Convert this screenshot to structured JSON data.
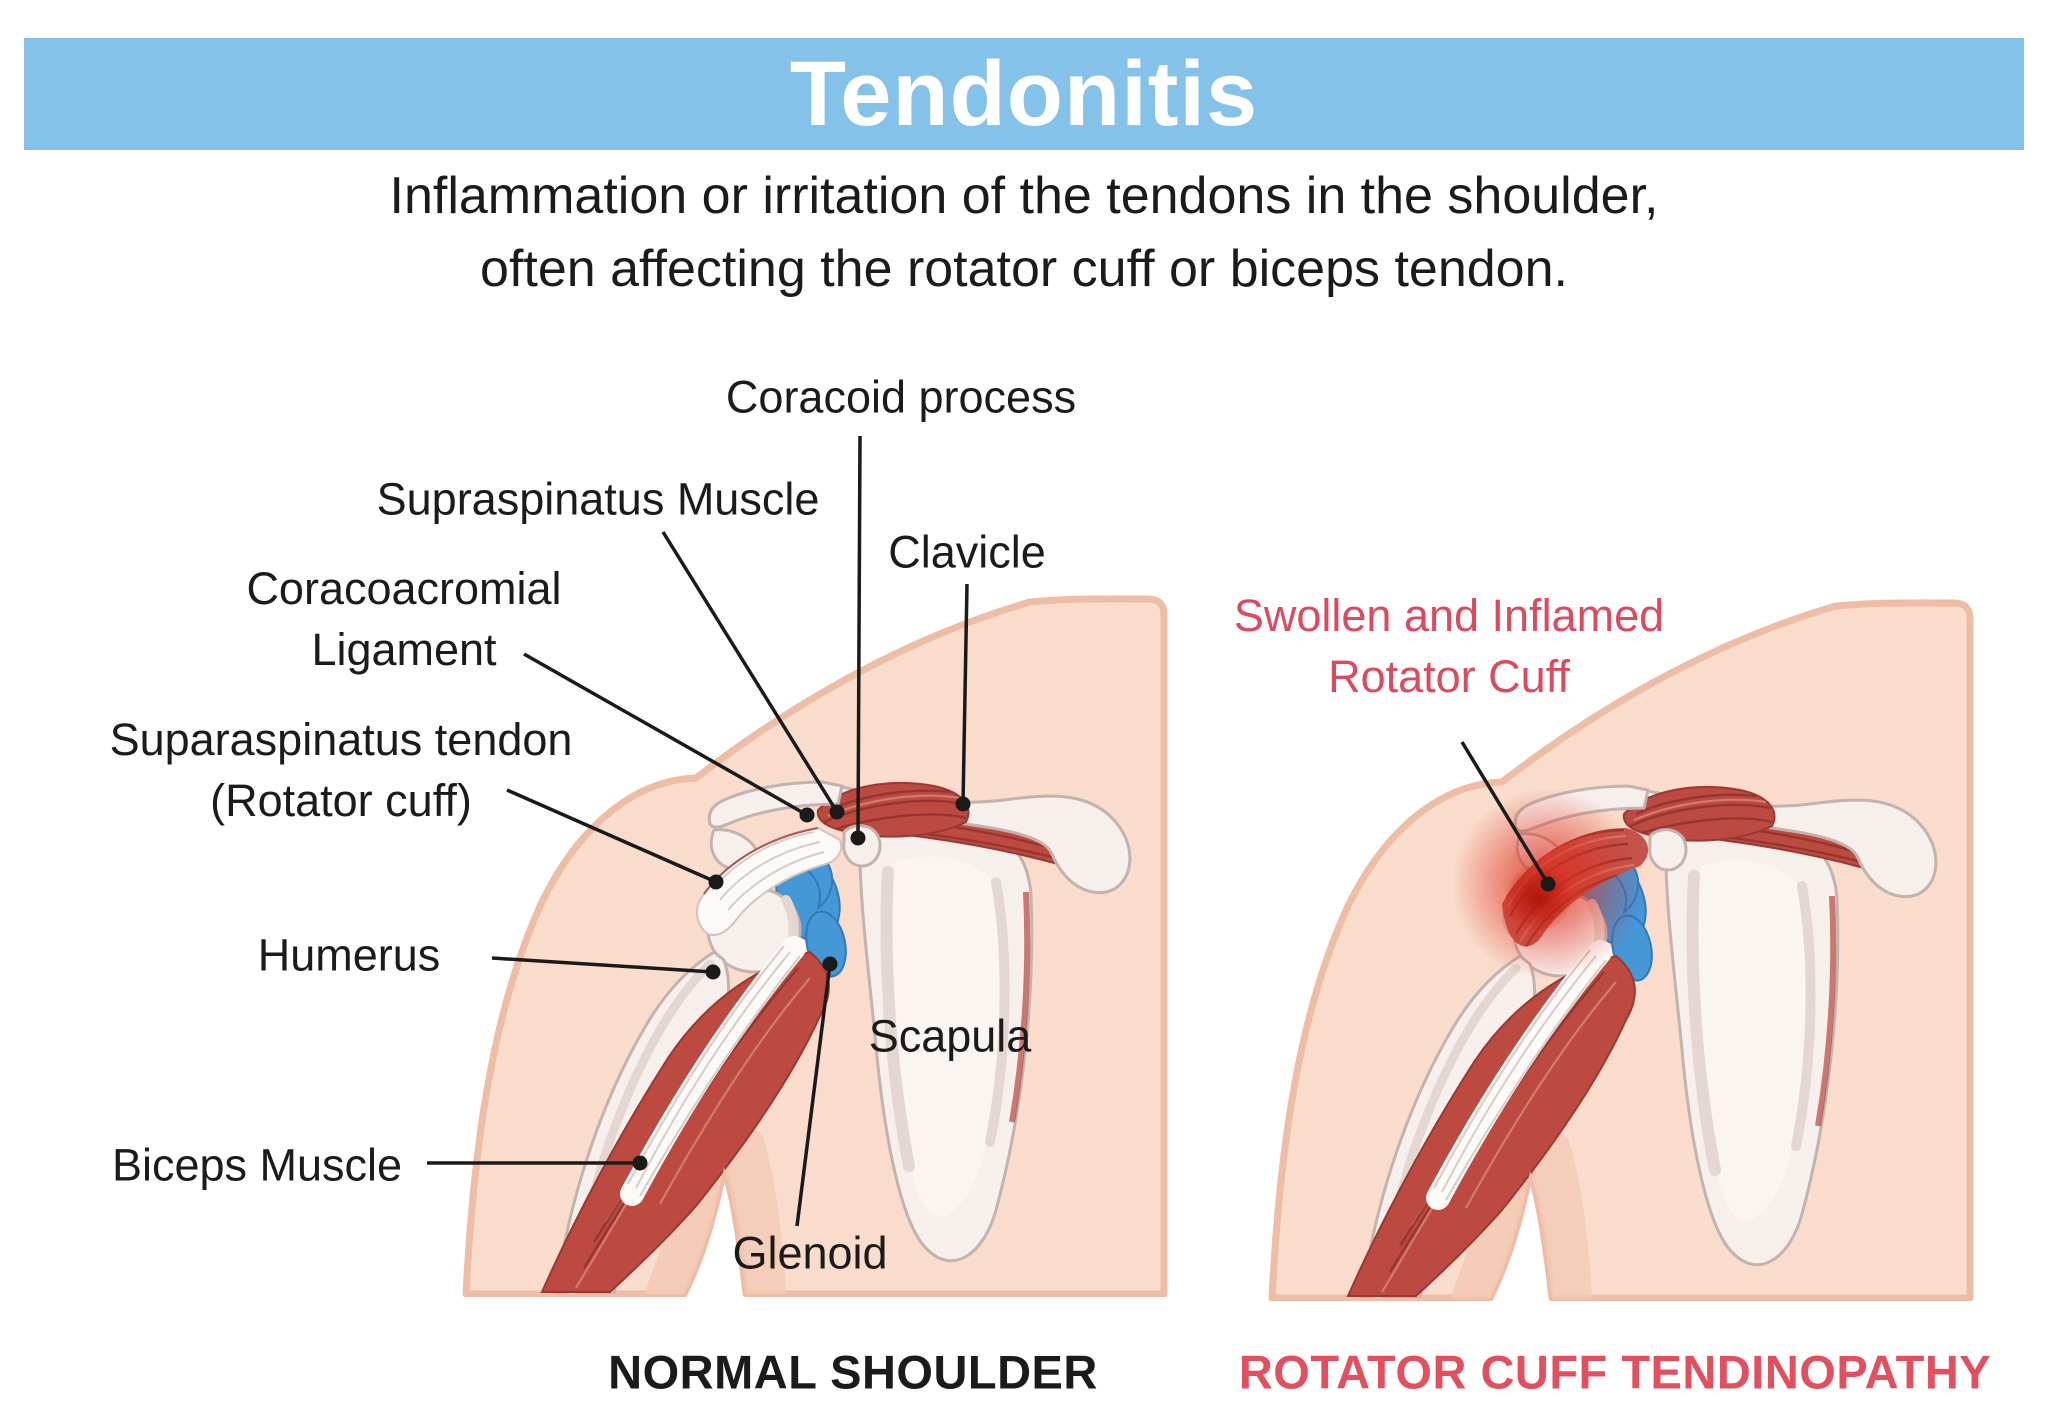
{
  "banner": {
    "title": "Tendonitis",
    "bg_color": "#84c2e9",
    "text_color": "#ffffff"
  },
  "subtitle": {
    "line1": "Inflammation or irritation of the tendons in the shoulder,",
    "line2": "often affecting the rotator cuff or biceps tendon."
  },
  "normal_shoulder": {
    "caption": "NORMAL SHOULDER",
    "labels": {
      "coracoid_process": "Coracoid process",
      "supraspinatus_muscle": "Supraspinatus Muscle",
      "coracoacromial_ligament": "Coracoacromial\nLigament",
      "supraspinatus_tendon": "Suparaspinatus tendon\n(Rotator cuff)",
      "humerus": "Humerus",
      "biceps_muscle": "Biceps Muscle",
      "clavicle": "Clavicle",
      "scapula": "Scapula",
      "glenoid": "Glenoid"
    }
  },
  "tendinopathy_shoulder": {
    "caption": "ROTATOR CUFF TENDINOPATHY",
    "labels": {
      "swollen_rotator_cuff": "Swollen and Inflamed\nRotator Cuff"
    }
  },
  "colors": {
    "banner_blue": "#84c2e9",
    "text_dark": "#1b1b1b",
    "caption_red": "#e25060",
    "swollen_red": "#dd4a5e",
    "skin": "#f9dccb",
    "skin_outline": "#edbda6",
    "skin_shade": "#f3cab6",
    "bone": "#f7efeb",
    "bone_outline": "#c2b3ae",
    "bone_shade": "#e4d7d2",
    "muscle": "#bc4a41",
    "muscle_dark": "#8f322c",
    "muscle_light": "#d67f73",
    "tendon": "#fcfaf9",
    "tendon_stripe": "#d6ccc8",
    "bursa": "#4597d6",
    "bursa_dark": "#2d7abd",
    "inflamed": "#dd2e1e",
    "leader_line": "#1a1a1a"
  }
}
